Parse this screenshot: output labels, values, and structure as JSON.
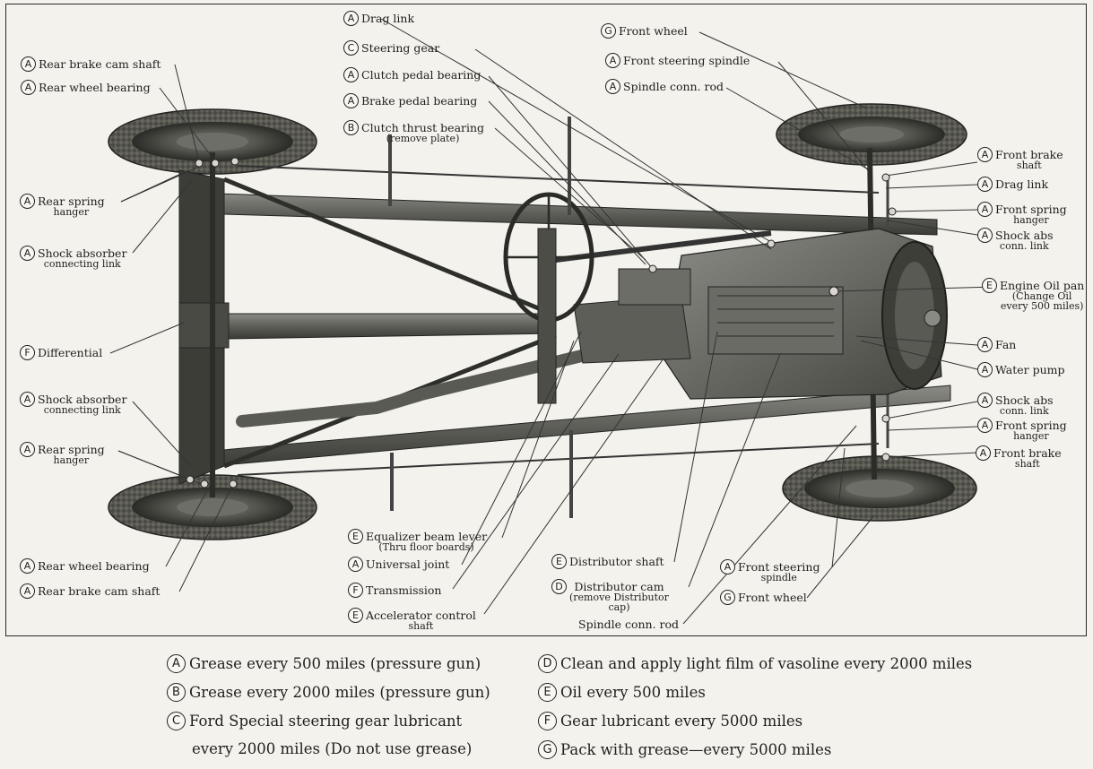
{
  "labels": {
    "drag_link_top": {
      "letter": "A",
      "text": "Drag link"
    },
    "steering_gear": {
      "letter": "C",
      "text": "Steering gear"
    },
    "clutch_pedal_bearing": {
      "letter": "A",
      "text": "Clutch pedal bearing"
    },
    "brake_pedal_bearing": {
      "letter": "A",
      "text": "Brake pedal bearing"
    },
    "clutch_thrust_bearing": {
      "letter": "B",
      "text": "Clutch thrust bearing",
      "sub": "(remove plate)"
    },
    "front_wheel_top": {
      "letter": "G",
      "text": "Front wheel"
    },
    "front_steering_spindle_top": {
      "letter": "A",
      "text": "Front steering spindle"
    },
    "spindle_conn_rod_top": {
      "letter": "A",
      "text": "Spindle conn. rod"
    },
    "rear_brake_cam_shaft_top": {
      "letter": "A",
      "text": "Rear brake cam shaft"
    },
    "rear_wheel_bearing_top": {
      "letter": "A",
      "text": "Rear wheel bearing"
    },
    "rear_spring_hanger_top": {
      "letter": "A",
      "text": "Rear spring",
      "sub": "hanger"
    },
    "shock_absorber_link_top": {
      "letter": "A",
      "text": "Shock absorber",
      "sub": "connecting link"
    },
    "differential": {
      "letter": "F",
      "text": "Differential"
    },
    "shock_absorber_link_bottom": {
      "letter": "A",
      "text": "Shock absorber",
      "sub": "connecting link"
    },
    "rear_spring_hanger_bottom": {
      "letter": "A",
      "text": "Rear spring",
      "sub": "hanger"
    },
    "rear_wheel_bearing_bottom": {
      "letter": "A",
      "text": "Rear wheel bearing"
    },
    "rear_brake_cam_shaft_bottom": {
      "letter": "A",
      "text": "Rear brake cam shaft"
    },
    "front_brake_shaft_top": {
      "letter": "A",
      "text": "Front brake",
      "sub": "shaft"
    },
    "drag_link_right": {
      "letter": "A",
      "text": "Drag link"
    },
    "front_spring_hanger_top": {
      "letter": "A",
      "text": "Front spring",
      "sub": "hanger"
    },
    "shock_abs_conn_link_top": {
      "letter": "A",
      "text": "Shock abs",
      "sub": "conn. link"
    },
    "engine_oil_pan": {
      "letter": "E",
      "text": "Engine Oil pan",
      "sub": "(Change Oil",
      "sub2": "every 500 miles)"
    },
    "fan": {
      "letter": "A",
      "text": "Fan"
    },
    "water_pump": {
      "letter": "A",
      "text": "Water pump"
    },
    "shock_abs_conn_link_bottom": {
      "letter": "A",
      "text": "Shock abs",
      "sub": "conn. link"
    },
    "front_spring_hanger_bottom": {
      "letter": "A",
      "text": "Front spring",
      "sub": "hanger"
    },
    "front_brake_shaft_bottom": {
      "letter": "A",
      "text": "Front brake",
      "sub": "shaft"
    },
    "equalizer_beam_lever": {
      "letter": "E",
      "text": "Equalizer beam lever",
      "sub": "(Thru floor boards)"
    },
    "universal_joint": {
      "letter": "A",
      "text": "Universal joint"
    },
    "transmission": {
      "letter": "F",
      "text": "Transmission"
    },
    "accelerator_control_shaft": {
      "letter": "E",
      "text": "Accelerator control",
      "sub": "shaft"
    },
    "distributor_shaft": {
      "letter": "E",
      "text": "Distributor shaft"
    },
    "distributor_cam": {
      "letter": "D",
      "text": "Distributor cam",
      "sub": "(remove Distributor",
      "sub2": "cap)"
    },
    "spindle_conn_rod_bottom": {
      "text": "Spindle conn. rod"
    },
    "front_steering_spindle_bottom": {
      "letter": "A",
      "text": "Front steering",
      "sub": "spindle"
    },
    "front_wheel_bottom": {
      "letter": "G",
      "text": "Front wheel"
    }
  },
  "legend": [
    {
      "letter": "A",
      "text": "Grease every 500 miles (pressure gun)"
    },
    {
      "letter": "B",
      "text": "Grease every 2000 miles (pressure gun)"
    },
    {
      "letter": "C",
      "text": "Ford  Special steering gear lubricant"
    },
    {
      "letter": "",
      "text": "every 2000 miles (Do not use grease)"
    },
    {
      "letter": "D",
      "text": "Clean and apply light film of vasoline every 2000 miles"
    },
    {
      "letter": "E",
      "text": "Oil every 500 miles"
    },
    {
      "letter": "F",
      "text": "Gear lubricant every 5000 miles"
    },
    {
      "letter": "G",
      "text": "Pack with grease—every 5000 miles"
    }
  ]
}
